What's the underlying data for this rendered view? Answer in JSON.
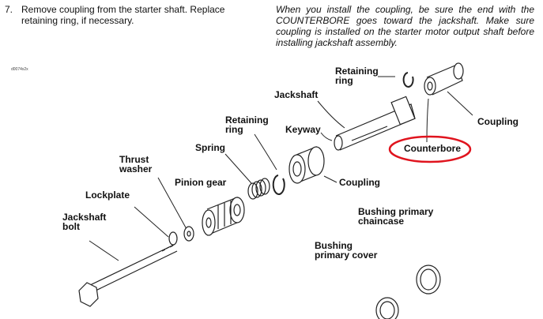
{
  "step": {
    "number": "7.",
    "text": "Remove coupling from the starter shaft. Replace retaining ring, if necessary."
  },
  "note": "When you install the coupling, be sure the end with the COUNTERBORE goes toward the jackshaft. Make sure coupling is installed on the starter motor output shaft before installing jackshaft assembly.",
  "figure": {
    "code": "d0074x2x",
    "labels": {
      "retaining_ring_top": "Retaining ring",
      "jackshaft": "Jackshaft",
      "coupling_right": "Coupling",
      "retaining_ring_mid": "Retaining ring",
      "keyway": "Keyway",
      "counterbore": "Counterbore",
      "spring": "Spring",
      "thrust_washer": "Thrust washer",
      "pinion_gear": "Pinion gear",
      "coupling_mid": "Coupling",
      "lockplate": "Lockplate",
      "bushing_chaincase": "Bushing primary chaincase",
      "jackshaft_bolt": "Jackshaft bolt",
      "bushing_cover": "Bushing primary cover"
    },
    "highlight_color": "#e0141e"
  }
}
